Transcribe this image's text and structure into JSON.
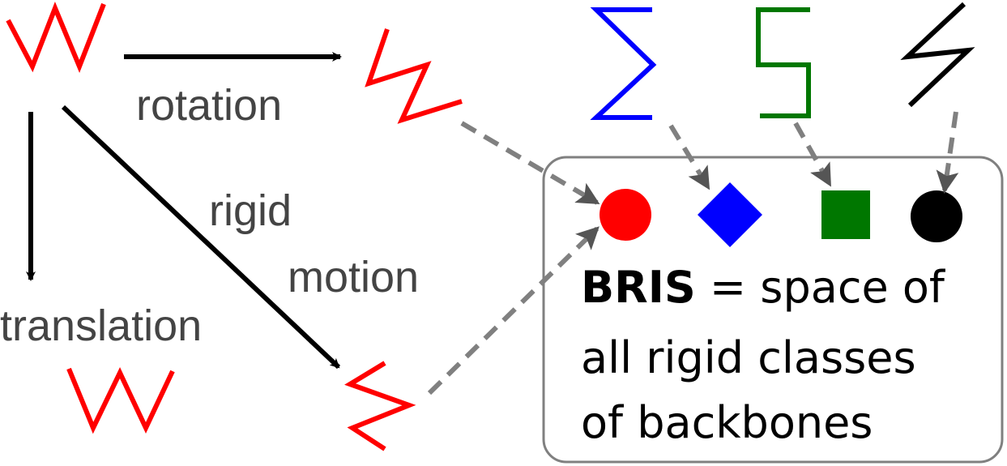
{
  "labels": {
    "rotation": "rotation",
    "translation": "translation",
    "rigid": "rigid",
    "motion": "motion"
  },
  "box": {
    "title_bold": "BRIS",
    "title_rest": " = space of",
    "line2": "all rigid classes",
    "line3": "of backbones"
  },
  "colors": {
    "red": "#ff0000",
    "blue": "#0000ff",
    "green": "#007700",
    "black": "#000000",
    "dash": "#808080",
    "label": "#444444",
    "box_border": "#808080"
  },
  "class_markers": [
    {
      "shape": "circle",
      "color": "#ff0000"
    },
    {
      "shape": "diamond",
      "color": "#0000ff"
    },
    {
      "shape": "square",
      "color": "#007700"
    },
    {
      "shape": "circle",
      "color": "#000000"
    }
  ]
}
